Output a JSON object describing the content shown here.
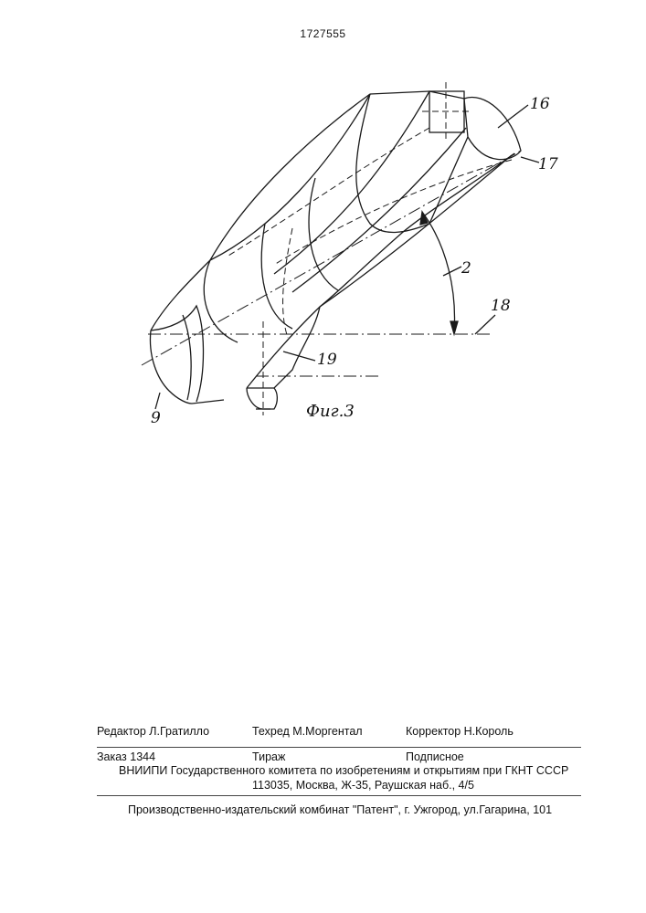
{
  "header": {
    "patent_number": "1727555"
  },
  "figure": {
    "caption": "Фиг.3",
    "callouts": {
      "label_16": "16",
      "label_17": "17",
      "label_2": "2",
      "label_18": "18",
      "label_19": "19",
      "label_9": "9"
    }
  },
  "imprint": {
    "editor": "Редактор  Л.Гратилло",
    "techred": "Техред М.Моргентал",
    "corrector": "Корректор  Н.Король",
    "order": "Заказ  1344",
    "circulation": "Тираж",
    "subscription": "Подписное",
    "institute_line1": "ВНИИПИ Государственного комитета по изобретениям и открытиям при ГКНТ СССР",
    "institute_line2": "113035, Москва, Ж-35, Раушская наб., 4/5",
    "publisher": "Производственно-издательский комбинат \"Патент\", г. Ужгород, ул.Гагарина, 101"
  }
}
